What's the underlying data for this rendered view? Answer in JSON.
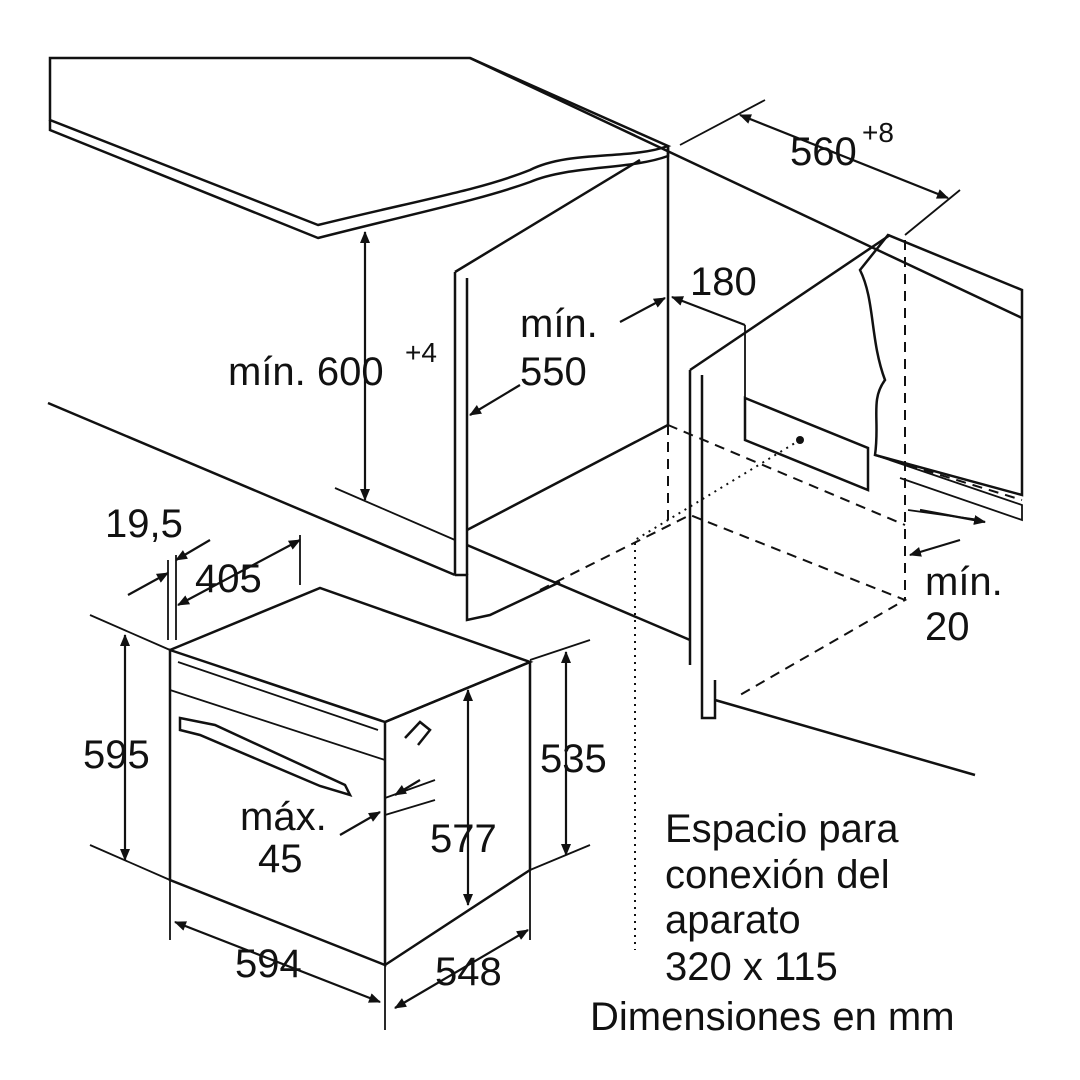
{
  "dimensions": {
    "niche_width": "560",
    "niche_width_tol": "+8",
    "offset_180": "180",
    "min_depth_label": "mín.",
    "min_depth": "550",
    "min_height": "mín. 600",
    "min_height_tol": "+4",
    "front_offset": "19,5",
    "width_405": "405",
    "oven_height": "595",
    "oven_body_height": "535",
    "oven_inner_height": "577",
    "max_label": "máx.",
    "max_value": "45",
    "oven_width": "594",
    "oven_depth": "548",
    "min_gap_label": "mín.",
    "min_gap": "20"
  },
  "connection_note": [
    "Espacio para",
    "conexión del",
    "aparato",
    "320 x 115"
  ],
  "units_note": "Dimensiones en mm",
  "colors": {
    "surface": "#e6e6e6",
    "line": "#111111"
  }
}
